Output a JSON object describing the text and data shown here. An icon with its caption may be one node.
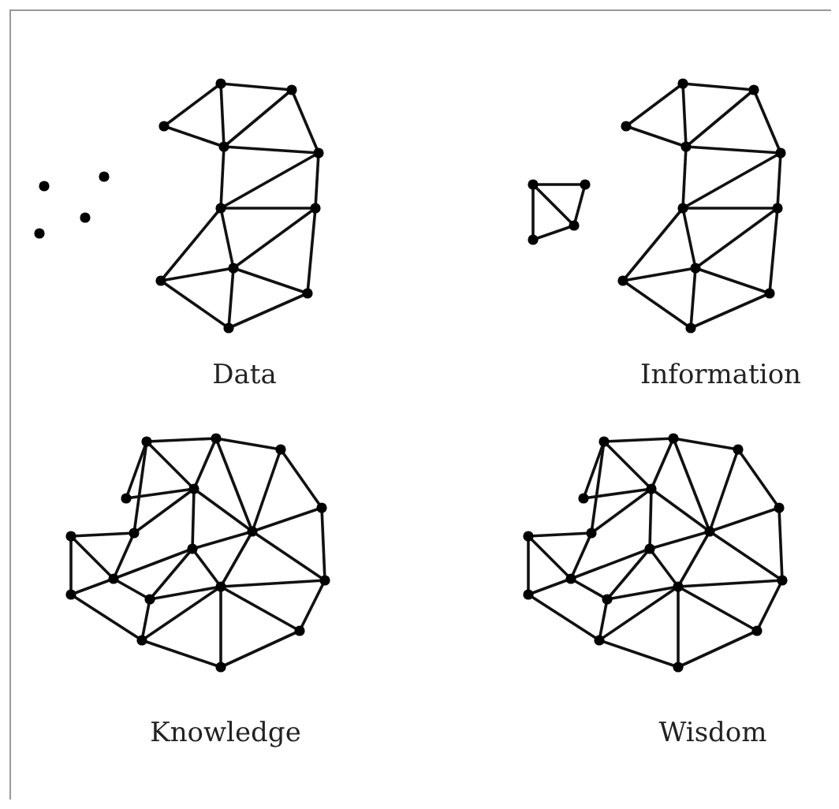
{
  "diagram": {
    "labels": [
      "Data",
      "Information",
      "Knowledge",
      "Wisdom"
    ]
  }
}
